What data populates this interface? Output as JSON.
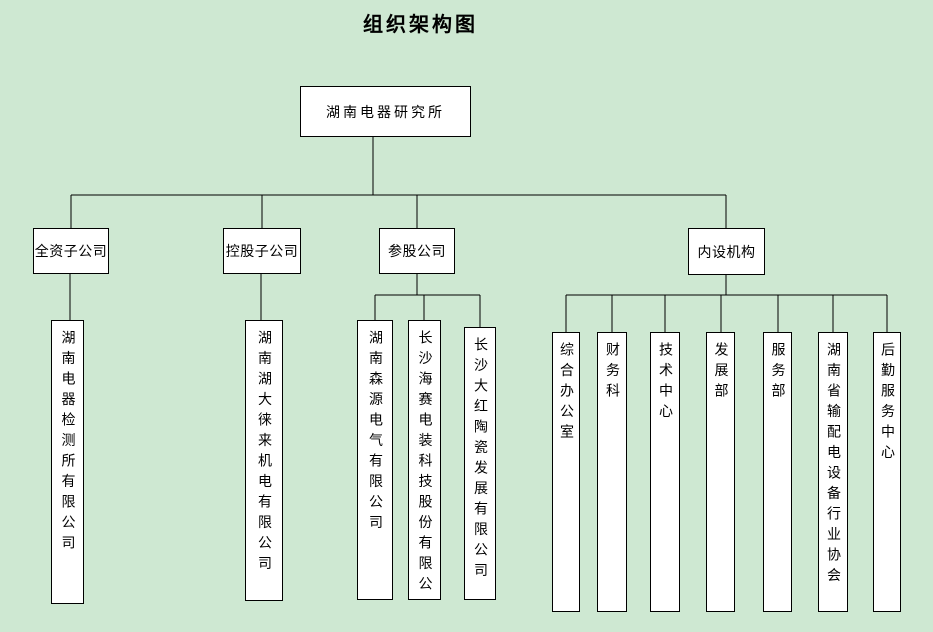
{
  "title": "组织架构图",
  "chart": {
    "root": "湖南电器研究所",
    "branches": [
      {
        "label": "全资子公司",
        "children": [
          "湖南电器检测所有限公司"
        ]
      },
      {
        "label": "控股子公司",
        "children": [
          "湖南湖大徕来机电有限公司"
        ]
      },
      {
        "label": "参股公司",
        "children": [
          "湖南森源电气有限公司",
          "长沙海赛电装科技股份有限公",
          "长沙大红陶瓷发展有限公司"
        ]
      },
      {
        "label": "内设机构",
        "children": [
          "综合办公室",
          "财务科",
          "技术中心",
          "发展部",
          "服务部",
          "湖南省输配电设备行业协会",
          "后勤服务中心"
        ]
      }
    ]
  },
  "colors": {
    "background": "#cee8d2",
    "node_fill": "#ffffff",
    "node_border": "#000000",
    "connector_line": "#000000",
    "text": "#000000"
  }
}
